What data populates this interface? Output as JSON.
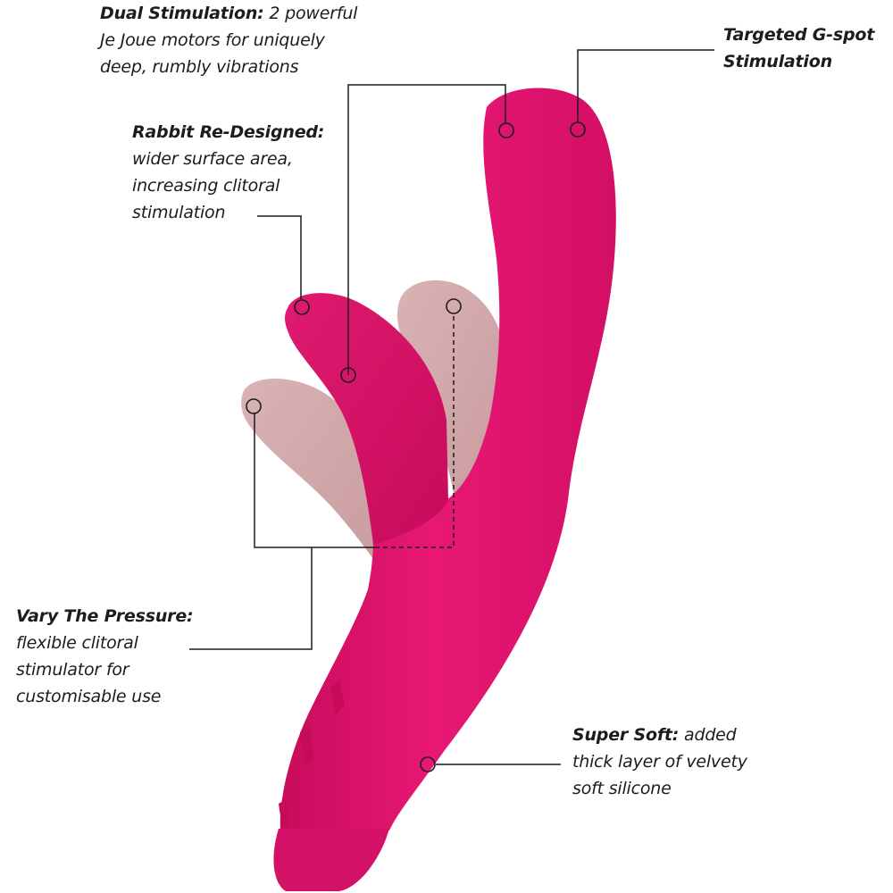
{
  "callouts": {
    "dual": {
      "title": "Dual Stimulation:",
      "first_rest": " 2 powerful",
      "lines": [
        "Je Joue motors for uniquely",
        "deep, rumbly vibrations"
      ]
    },
    "gspot": {
      "lines": [
        "Targeted G-spot",
        "Stimulation"
      ]
    },
    "rabbit": {
      "title": "Rabbit Re-Designed:",
      "lines": [
        "wider surface area,",
        "increasing clitoral",
        "stimulation"
      ]
    },
    "pressure": {
      "title": "Vary The Pressure:",
      "lines": [
        "flexible clitoral",
        "stimulator for",
        "customisable use"
      ]
    },
    "soft": {
      "title": "Super Soft:",
      "first_rest": " added",
      "lines": [
        "thick layer of velvety",
        "soft silicone"
      ]
    }
  },
  "colors": {
    "body": "#e0136b",
    "ghost_arm": "#d2a5a8",
    "leader_line": "#1c1c1c",
    "text": "#1c1c1c"
  }
}
